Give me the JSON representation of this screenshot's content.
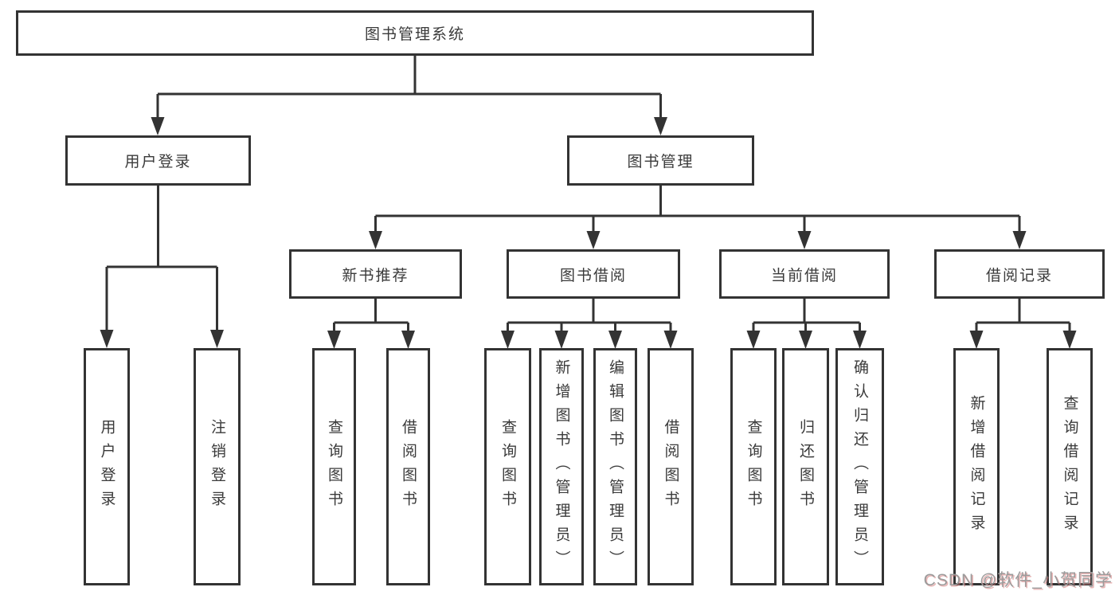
{
  "diagram": {
    "root": {
      "label": "图书管理系统"
    },
    "branches": [
      {
        "label": "用户登录",
        "children": [
          {
            "label": "用户登录"
          },
          {
            "label": "注销登录"
          }
        ]
      },
      {
        "label": "图书管理",
        "groups": [
          {
            "label": "新书推荐",
            "children": [
              {
                "label": "查询图书"
              },
              {
                "label": "借阅图书"
              }
            ]
          },
          {
            "label": "图书借阅",
            "children": [
              {
                "label": "查询图书"
              },
              {
                "label": "新增图书（管理员）"
              },
              {
                "label": "编辑图书（管理员）"
              },
              {
                "label": "借阅图书"
              }
            ]
          },
          {
            "label": "当前借阅",
            "children": [
              {
                "label": "查询图书"
              },
              {
                "label": "归还图书"
              },
              {
                "label": "确认归还（管理员）"
              }
            ]
          },
          {
            "label": "借阅记录",
            "children": [
              {
                "label": "新增借阅记录"
              },
              {
                "label": "查询借阅记录"
              }
            ]
          }
        ]
      }
    ]
  },
  "watermark": {
    "text": "CSDN @软件_小贺同学"
  },
  "colors": {
    "line": "#333333",
    "box_border": "#333333",
    "text": "#3a3a3a",
    "background": "#ffffff",
    "watermark_gray": "#9b9b9b",
    "watermark_red": "#d67878"
  }
}
